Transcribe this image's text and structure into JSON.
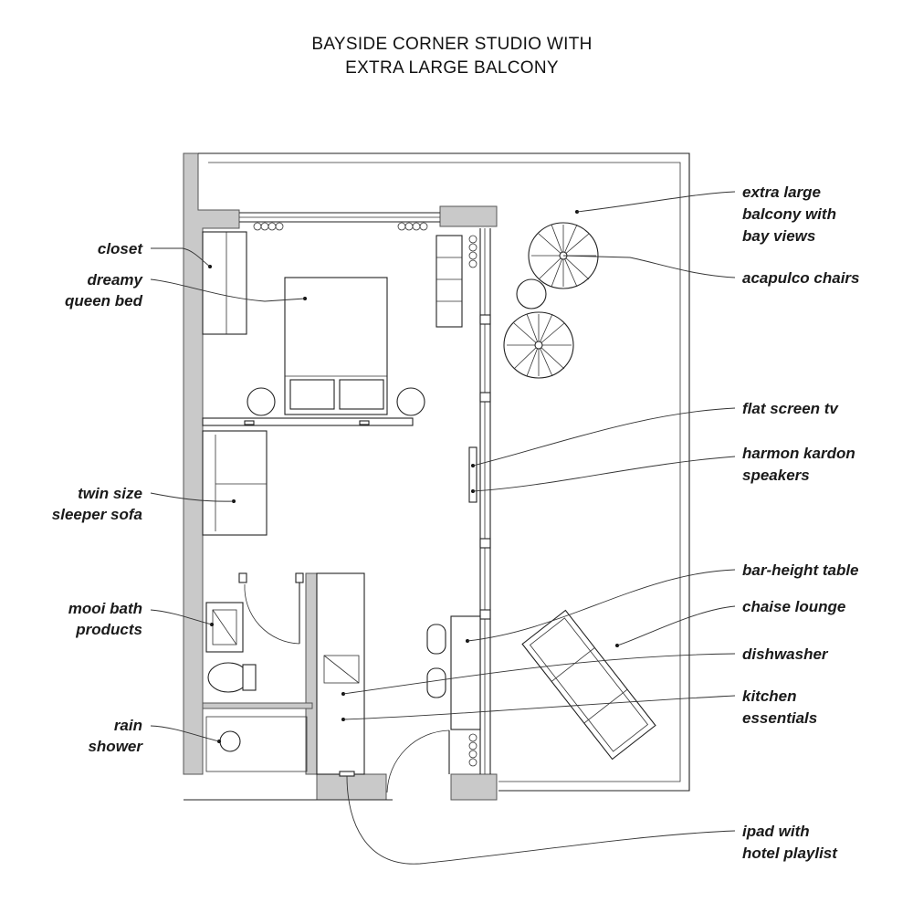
{
  "title": {
    "line1": "BAYSIDE CORNER STUDIO WITH",
    "line2": "EXTRA LARGE BALCONY"
  },
  "labels_left": {
    "closet": [
      "closet"
    ],
    "bed": [
      "dreamy",
      "queen bed"
    ],
    "sofa": [
      "twin size",
      "sleeper sofa"
    ],
    "bath": [
      "mooi bath",
      "products"
    ],
    "shower": [
      "rain",
      "shower"
    ]
  },
  "labels_right": {
    "balcony": [
      "extra large",
      "balcony with",
      "bay views"
    ],
    "chairs": [
      "acapulco chairs"
    ],
    "tv": [
      "flat screen tv"
    ],
    "speakers": [
      "harmon kardon",
      "speakers"
    ],
    "table": [
      "bar-height table"
    ],
    "chaise": [
      "chaise lounge"
    ],
    "dishwasher": [
      "dishwasher"
    ],
    "kitchen": [
      "kitchen",
      "essentials"
    ],
    "ipad": [
      "ipad with",
      "hotel playlist"
    ]
  }
}
